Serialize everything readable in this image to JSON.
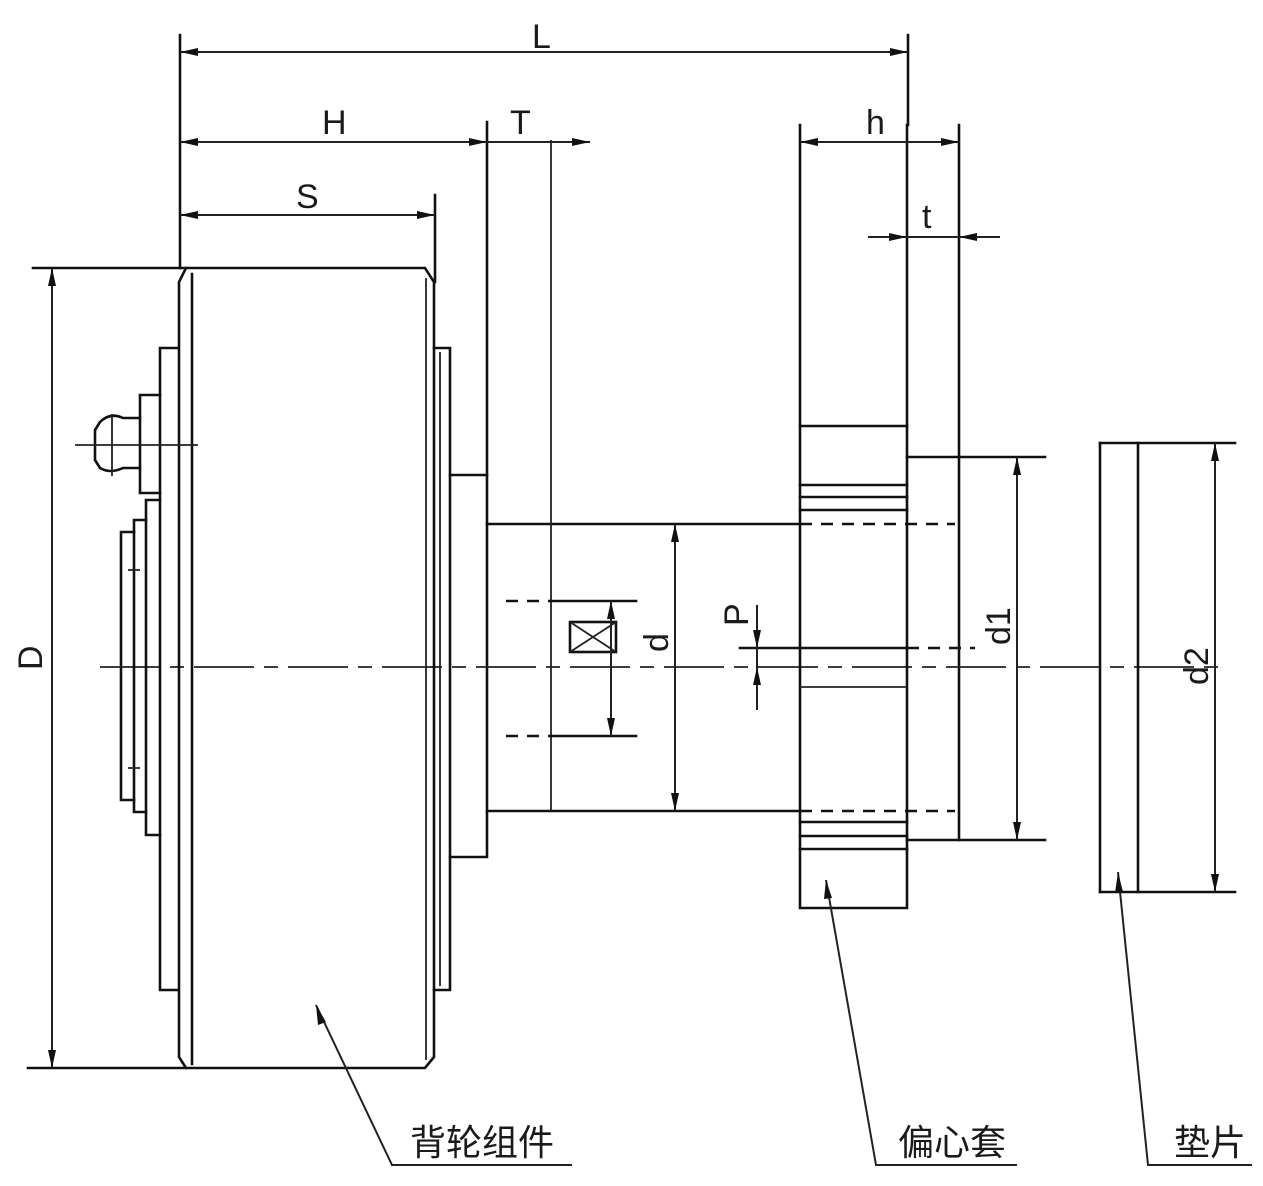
{
  "drawing": {
    "title": "背轮组件 assembly dimension drawing",
    "dimensions": {
      "L": "L",
      "H": "H",
      "T": "T",
      "S": "S",
      "h": "h",
      "t": "t",
      "D": "D",
      "d": "d",
      "P": "P",
      "d1": "d1",
      "d2": "d2"
    },
    "callouts": [
      {
        "id": "back-wheel-assembly",
        "label": "背轮组件"
      },
      {
        "id": "eccentric-sleeve",
        "label": "偏心套"
      },
      {
        "id": "shim",
        "label": "垫片"
      }
    ],
    "colors": {
      "line": "#111111",
      "background": "#ffffff"
    }
  }
}
